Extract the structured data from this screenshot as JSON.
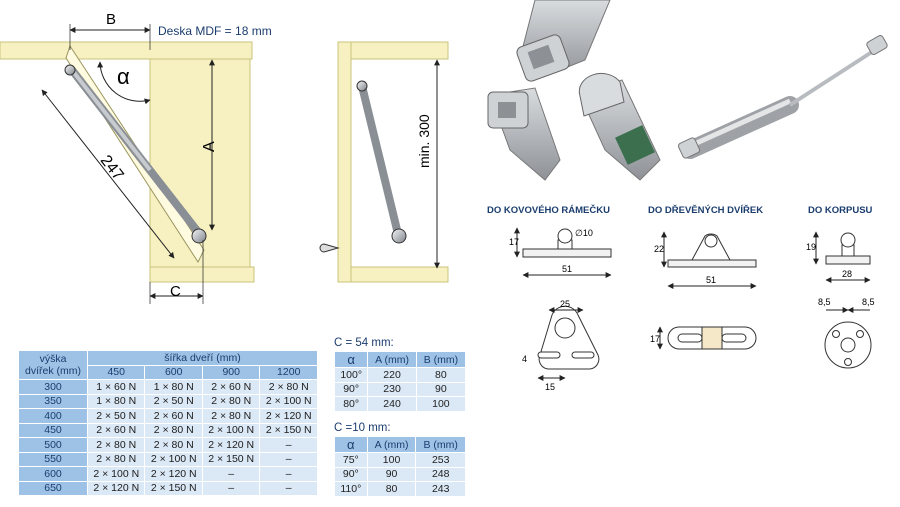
{
  "diagram": {
    "label_b": "B",
    "label_a": "A",
    "label_c": "C",
    "label_alpha": "α",
    "label_247": "247",
    "label_mdf": "Deska MDF = 18 mm",
    "label_min300": "min. 300"
  },
  "load_table": {
    "corner_label_1": "výška",
    "corner_label_2": "dvířek (mm)",
    "width_header": "šířka dveří (mm)",
    "columns": [
      "450",
      "600",
      "900",
      "1200"
    ],
    "rows": [
      {
        "h": "300",
        "v": [
          "1 × 60 N",
          "1 × 80 N",
          "2 × 60 N",
          "2 × 80 N"
        ]
      },
      {
        "h": "350",
        "v": [
          "1 × 80 N",
          "2 × 50 N",
          "2 × 80 N",
          "2 × 100 N"
        ]
      },
      {
        "h": "400",
        "v": [
          "2 × 50 N",
          "2 × 60 N",
          "2 × 80 N",
          "2 × 120 N"
        ]
      },
      {
        "h": "450",
        "v": [
          "2 × 60 N",
          "2 × 80 N",
          "2 × 100 N",
          "2 × 150 N"
        ]
      },
      {
        "h": "500",
        "v": [
          "2 × 80 N",
          "2 × 80 N",
          "2 × 120 N",
          "–"
        ]
      },
      {
        "h": "550",
        "v": [
          "2 × 80 N",
          "2 × 100 N",
          "2 × 150 N",
          "–"
        ]
      },
      {
        "h": "600",
        "v": [
          "2 × 100 N",
          "2 × 120 N",
          "–",
          "–"
        ]
      },
      {
        "h": "650",
        "v": [
          "2 × 120 N",
          "2 × 150 N",
          "–",
          "–"
        ]
      }
    ]
  },
  "c54": {
    "title": "C = 54 mm:",
    "headers": [
      "α",
      "A (mm)",
      "B (mm)"
    ],
    "rows": [
      [
        "100°",
        "220",
        "80"
      ],
      [
        "90°",
        "230",
        "90"
      ],
      [
        "80°",
        "240",
        "100"
      ]
    ]
  },
  "c10": {
    "title": "C =10  mm:",
    "headers": [
      "α",
      "A (mm)",
      "B (mm)"
    ],
    "rows": [
      [
        "75°",
        "100",
        "253"
      ],
      [
        "90°",
        "90",
        "248"
      ],
      [
        "110°",
        "80",
        "243"
      ]
    ]
  },
  "mounts": {
    "metal_frame": {
      "title": "DO KOVOVÉHO RÁMEČKU",
      "dim_h": "17",
      "dim_dia": "∅10",
      "dim_w": "51",
      "dim_top": "25",
      "dim_slot": "4",
      "dim_pitch": "15"
    },
    "wood_door": {
      "title": "DO DŘEVĚNÝCH DVÍŘEK",
      "dim_h": "22",
      "dim_w": "51",
      "dim_slot_h": "17"
    },
    "cabinet": {
      "title": "DO KORPUSU",
      "dim_h": "19",
      "dim_w": "28",
      "dim_l": "8,5",
      "dim_r": "8,5"
    }
  },
  "colors": {
    "panel": "#f7f1c2",
    "panel_edge": "#c9c37b",
    "table_head": "#9ec2e6",
    "table_cell": "#dbe8f5",
    "title_blue": "#1b3d6e"
  }
}
